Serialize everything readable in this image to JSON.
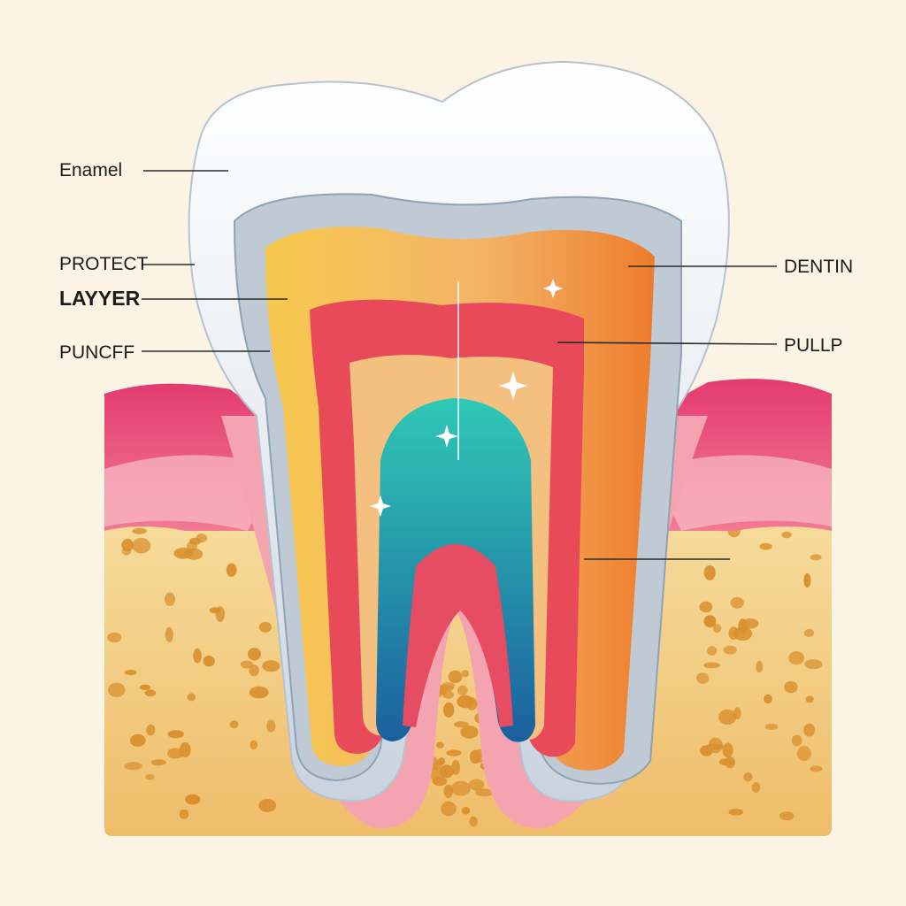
{
  "diagram": {
    "labels": {
      "enamel": "Enamel",
      "protect": "PROTECT",
      "layer": "LAYYER",
      "puncff": "PUNCFF",
      "dentin": "DENTIN",
      "pulp": "PULLP"
    },
    "colors": {
      "background": "#fbf3e3",
      "enamel": "#eef1f6",
      "protective_band": "#b9c6d0",
      "dentin_yellow": "#f7c55a",
      "dentin_orange": "#f0964a",
      "red_layer": "#ea4d5c",
      "pulp_teal": "#1fb8b0",
      "pulp_blue": "#1b6fa8",
      "gum": "#e8507a",
      "gum_light": "#f7b9c2",
      "bone": "#f3cf86",
      "bone_pores": "#d98d2c"
    }
  }
}
